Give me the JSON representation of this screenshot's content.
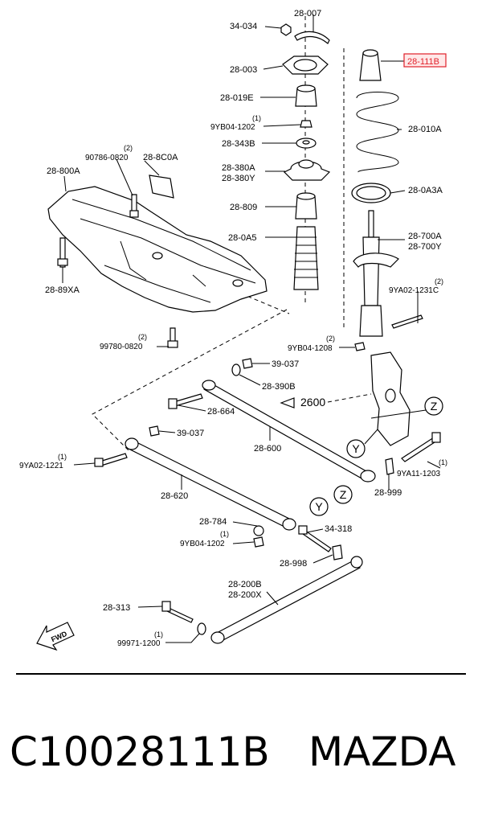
{
  "labels": {
    "l_34034": "34-034",
    "l_28007": "28-007",
    "l_28003": "28-003",
    "l_28111b": "28-111B",
    "l_28019e": "28-019E",
    "l_9yb041202_top": "9YB04-1202",
    "l_28010a": "28-010A",
    "l_28343b": "28-343B",
    "l_28380a": "28-380A",
    "l_28380y": "28-380Y",
    "l_90786": "90786-0820",
    "l_288c0a": "28-8C0A",
    "l_28800a": "28-800A",
    "l_28809": "28-809",
    "l_280a3a": "28-0A3A",
    "l_280a5": "28-0A5",
    "l_28700a": "28-700A",
    "l_28700y": "28-700Y",
    "l_2889xa": "28-89XA",
    "l_9ya021231c": "9YA02-1231C",
    "l_99780": "99780-0820",
    "l_9yb041208": "9YB04-1208",
    "l_39037_a": "39-037",
    "l_28390b": "28-390B",
    "l_2600": "2600",
    "l_28664": "28-664",
    "l_39037_b": "39-037",
    "l_28600": "28-600",
    "l_9ya021221": "9YA02-1221",
    "l_9ya111203": "9YA11-1203",
    "l_28620": "28-620",
    "l_28999": "28-999",
    "l_28784": "28-784",
    "l_34318": "34-318",
    "l_9yb041202_bot": "9YB04-1202",
    "l_28998": "28-998",
    "l_28200b": "28-200B",
    "l_28200x": "28-200X",
    "l_28313": "28-313",
    "l_99971": "99971-1200",
    "fwd": "FWD"
  },
  "qty": {
    "q_9yb_top": "(1)",
    "q_90786": "(2)",
    "q_9ya1231c": "(2)",
    "q_99780": "(2)",
    "q_9yb1208": "(2)",
    "q_9ya1221": "(1)",
    "q_9ya111203": "(1)",
    "q_9yb_bot": "(1)",
    "q_99971": "(1)"
  },
  "markers": {
    "z_top": "Z",
    "y_mid": "Y",
    "z_mid": "Z",
    "y_low": "Y"
  },
  "caption": {
    "part_number": "C10028111B",
    "brand": "MAZDA"
  },
  "colors": {
    "highlight": "#e0202a"
  }
}
